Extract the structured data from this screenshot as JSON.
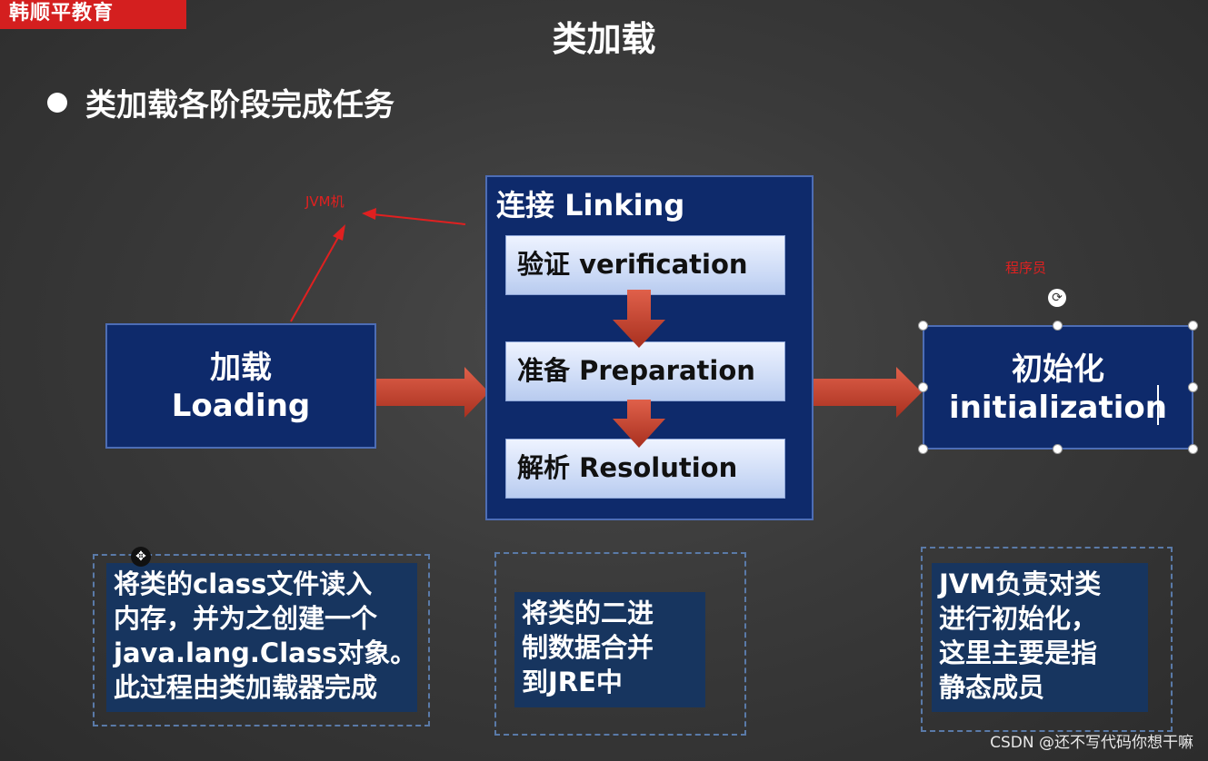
{
  "brand": "韩顺平教育",
  "title": "类加载",
  "bullet": "类加载各阶段完成任务",
  "annotations": {
    "jvm": "JVM机",
    "programmer": "程序员"
  },
  "stages": {
    "loading": {
      "line1": "加载",
      "line2": "Loading"
    },
    "linking": {
      "title": "连接 Linking",
      "steps": [
        "验证 verification",
        "准备 Preparation",
        "解析 Resolution"
      ]
    },
    "init": {
      "line1": "初始化",
      "line2": "initialization"
    }
  },
  "descriptions": {
    "loading": [
      "将类的class文件读入",
      "内存，并为之创建一个",
      "java.lang.Class对象。",
      "此过程由类加载器完成"
    ],
    "linking": [
      "将类的二进",
      "制数据合并",
      "到JRE中"
    ],
    "init": [
      "JVM负责对类",
      "进行初始化，",
      "这里主要是指",
      "静态成员"
    ]
  },
  "watermark": "CSDN @还不写代码你想干嘛",
  "colors": {
    "box": "#0e2a6b",
    "arrow": "#c8402c",
    "annotation": "#e02020",
    "brand": "#d41f1f"
  }
}
